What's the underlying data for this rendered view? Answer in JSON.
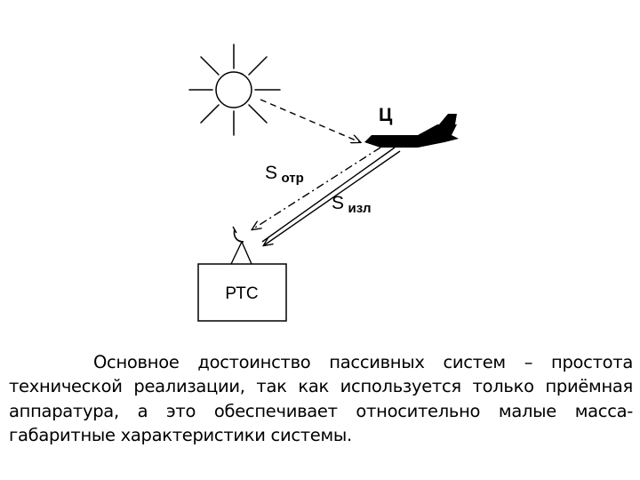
{
  "diagram": {
    "target_label": "Ц",
    "reflected_signal": {
      "symbol": "S",
      "subscript": "отр"
    },
    "emitted_signal": {
      "symbol": "S",
      "subscript": "изл"
    },
    "station_label": "РТС"
  },
  "caption": {
    "text": "Основное достоинство пассивных систем – простота технической реализации, так как используется только приёмная аппаратура, а это обеспечивает  относительно малые масса-габаритные характеристики  системы."
  }
}
